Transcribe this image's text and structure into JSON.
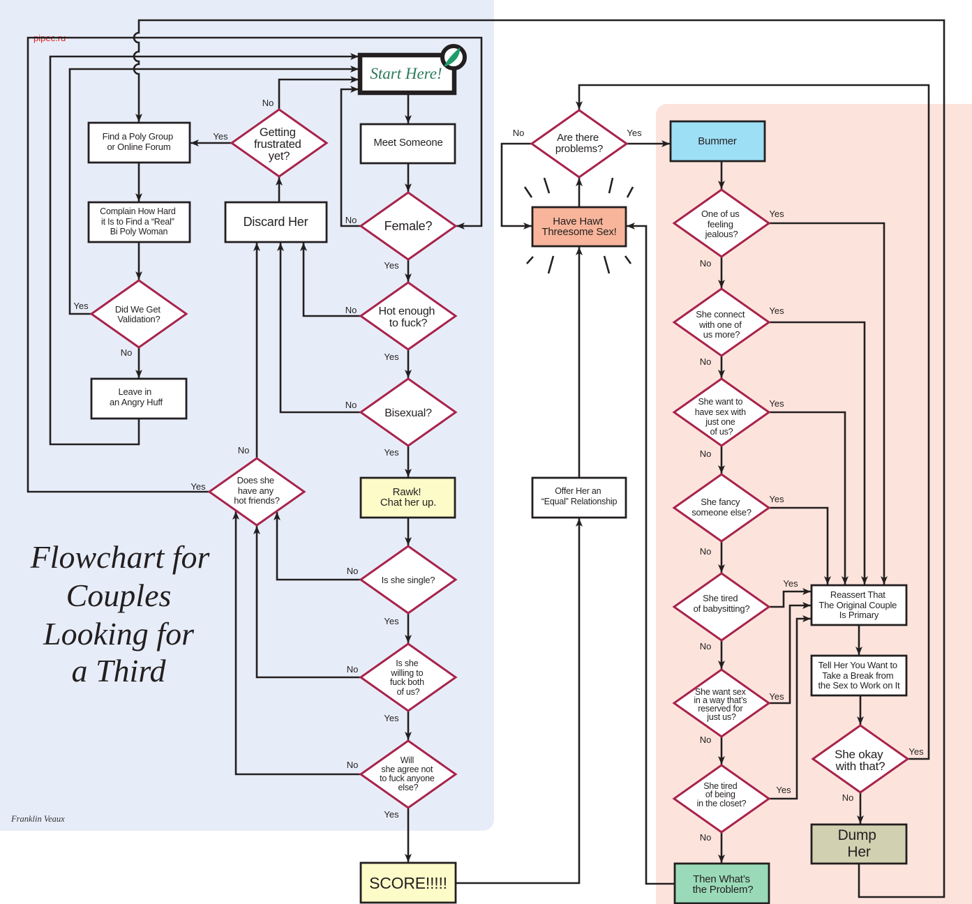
{
  "watermark": "pipec.ru",
  "title": {
    "lines": [
      "Flowchart for",
      "Couples",
      "Looking for",
      "a Third"
    ]
  },
  "author": "Franklin Veaux",
  "colors": {
    "panel_blue": "#e7edf8",
    "panel_pink": "#fce4dc",
    "decision_stroke": "#a8234b",
    "line": "#231f20",
    "start_text": "#2d7a5c",
    "leaf": "#1e9c6a",
    "fill_white": "#ffffff",
    "fill_yellow": "#fdfbc8",
    "fill_salmon": "#f8b59b",
    "fill_cyan": "#9ddff5",
    "fill_green": "#9adab8",
    "fill_khaki": "#d1d0b1",
    "watermark": "#e0201e"
  },
  "nodes": {
    "start": {
      "type": "start",
      "lines": [
        "Start Here!"
      ]
    },
    "meet_someone": {
      "type": "process",
      "lines": [
        "Meet Someone"
      ]
    },
    "female": {
      "type": "decision",
      "lines": [
        "Female?"
      ]
    },
    "hot_enough": {
      "type": "decision",
      "lines": [
        "Hot enough",
        "to fuck?"
      ]
    },
    "bisexual": {
      "type": "decision",
      "lines": [
        "Bisexual?"
      ]
    },
    "rawk": {
      "type": "process",
      "lines": [
        "Rawk!",
        "Chat her up."
      ]
    },
    "is_single": {
      "type": "decision",
      "lines": [
        "Is she single?"
      ]
    },
    "willing_both": {
      "type": "decision",
      "lines": [
        "Is she",
        "willing to",
        "fuck both",
        "of us?"
      ]
    },
    "agree_exclusive": {
      "type": "decision",
      "lines": [
        "Will",
        "she agree not",
        "to fuck anyone",
        "else?"
      ]
    },
    "score": {
      "type": "terminal",
      "lines": [
        "SCORE!!!!!"
      ]
    },
    "find_poly_group": {
      "type": "process",
      "lines": [
        "Find a Poly Group",
        "or Online Forum"
      ]
    },
    "complain": {
      "type": "process",
      "lines": [
        "Complain How Hard",
        "it Is to Find a “Real”",
        "Bi Poly Woman"
      ]
    },
    "validation": {
      "type": "decision",
      "lines": [
        "Did We Get",
        "Validation?"
      ]
    },
    "leave_huff": {
      "type": "process",
      "lines": [
        "Leave in",
        "an Angry Huff"
      ]
    },
    "frustrated": {
      "type": "decision",
      "lines": [
        "Getting",
        "frustrated",
        "yet?"
      ]
    },
    "discard_her": {
      "type": "process",
      "lines": [
        "Discard Her"
      ]
    },
    "hot_friends": {
      "type": "decision",
      "lines": [
        "Does she",
        "have any",
        "hot friends?"
      ]
    },
    "are_problems": {
      "type": "decision",
      "lines": [
        "Are there",
        "problems?"
      ]
    },
    "hawt_threesome": {
      "type": "process",
      "lines": [
        "Have Hawt",
        "Threesome Sex!"
      ]
    },
    "offer_equal": {
      "type": "process",
      "lines": [
        "Offer Her an",
        "“Equal” Relationship"
      ]
    },
    "bummer": {
      "type": "process",
      "lines": [
        "Bummer"
      ]
    },
    "jealous": {
      "type": "decision",
      "lines": [
        "One of us",
        "feeling",
        "jealous?"
      ]
    },
    "connect_more": {
      "type": "decision",
      "lines": [
        "She connect",
        "with one of",
        "us more?"
      ]
    },
    "sex_just_one": {
      "type": "decision",
      "lines": [
        "She want to",
        "have sex with",
        "just one",
        "of us?"
      ]
    },
    "fancy_else": {
      "type": "decision",
      "lines": [
        "She fancy",
        "someone else?"
      ]
    },
    "babysitting": {
      "type": "decision",
      "lines": [
        "She tired",
        "of babysitting?"
      ]
    },
    "sex_reserved": {
      "type": "decision",
      "lines": [
        "She want sex",
        "in a way that’s",
        "reserved for",
        "just us?"
      ]
    },
    "closet": {
      "type": "decision",
      "lines": [
        "She tired",
        "of being",
        "in the closet?"
      ]
    },
    "whats_problem": {
      "type": "terminal",
      "lines": [
        "Then What’s",
        "the Problem?"
      ]
    },
    "reassert": {
      "type": "process",
      "lines": [
        "Reassert That",
        "The Original Couple",
        "Is Primary"
      ]
    },
    "take_break": {
      "type": "process",
      "lines": [
        "Tell Her You Want to",
        "Take a Break from",
        "the Sex to Work on It"
      ]
    },
    "okay_with_that": {
      "type": "decision",
      "lines": [
        "She okay",
        "with that?"
      ]
    },
    "dump_her": {
      "type": "terminal",
      "lines": [
        "Dump",
        "Her"
      ]
    }
  },
  "edges": [
    {
      "from": "start",
      "to": "meet_someone",
      "label": ""
    },
    {
      "from": "meet_someone",
      "to": "female",
      "label": ""
    },
    {
      "from": "female",
      "to": "hot_enough",
      "label": "Yes"
    },
    {
      "from": "female",
      "to": "start",
      "label": "No"
    },
    {
      "from": "hot_enough",
      "to": "discard_her",
      "label": "No"
    },
    {
      "from": "hot_enough",
      "to": "bisexual",
      "label": "Yes"
    },
    {
      "from": "bisexual",
      "to": "discard_her",
      "label": "No"
    },
    {
      "from": "bisexual",
      "to": "rawk",
      "label": "Yes"
    },
    {
      "from": "rawk",
      "to": "is_single",
      "label": ""
    },
    {
      "from": "is_single",
      "to": "hot_friends",
      "label": "No"
    },
    {
      "from": "is_single",
      "to": "willing_both",
      "label": "Yes"
    },
    {
      "from": "willing_both",
      "to": "hot_friends",
      "label": "No"
    },
    {
      "from": "willing_both",
      "to": "agree_exclusive",
      "label": "Yes"
    },
    {
      "from": "agree_exclusive",
      "to": "hot_friends",
      "label": "No"
    },
    {
      "from": "agree_exclusive",
      "to": "score",
      "label": "Yes"
    },
    {
      "from": "score",
      "to": "offer_equal",
      "label": ""
    },
    {
      "from": "offer_equal",
      "to": "hawt_threesome",
      "label": ""
    },
    {
      "from": "hawt_threesome",
      "to": "are_problems",
      "label": ""
    },
    {
      "from": "are_problems",
      "to": "bummer",
      "label": "Yes"
    },
    {
      "from": "are_problems",
      "to": "hawt_threesome",
      "label": "No"
    },
    {
      "from": "bummer",
      "to": "jealous",
      "label": ""
    },
    {
      "from": "jealous",
      "to": "reassert",
      "label": "Yes"
    },
    {
      "from": "jealous",
      "to": "connect_more",
      "label": "No"
    },
    {
      "from": "connect_more",
      "to": "reassert",
      "label": "Yes"
    },
    {
      "from": "connect_more",
      "to": "sex_just_one",
      "label": "No"
    },
    {
      "from": "sex_just_one",
      "to": "reassert",
      "label": "Yes"
    },
    {
      "from": "sex_just_one",
      "to": "fancy_else",
      "label": "No"
    },
    {
      "from": "fancy_else",
      "to": "reassert",
      "label": "Yes"
    },
    {
      "from": "fancy_else",
      "to": "babysitting",
      "label": "No"
    },
    {
      "from": "babysitting",
      "to": "reassert",
      "label": "Yes"
    },
    {
      "from": "babysitting",
      "to": "sex_reserved",
      "label": "No"
    },
    {
      "from": "sex_reserved",
      "to": "reassert",
      "label": "Yes"
    },
    {
      "from": "sex_reserved",
      "to": "closet",
      "label": "No"
    },
    {
      "from": "closet",
      "to": "reassert",
      "label": "Yes"
    },
    {
      "from": "closet",
      "to": "whats_problem",
      "label": "No"
    },
    {
      "from": "whats_problem",
      "to": "hawt_threesome",
      "label": ""
    },
    {
      "from": "reassert",
      "to": "take_break",
      "label": ""
    },
    {
      "from": "take_break",
      "to": "okay_with_that",
      "label": ""
    },
    {
      "from": "okay_with_that",
      "to": "are_problems",
      "label": "Yes"
    },
    {
      "from": "okay_with_that",
      "to": "dump_her",
      "label": "No"
    },
    {
      "from": "dump_her",
      "to": "find_poly_group",
      "label": ""
    },
    {
      "from": "find_poly_group",
      "to": "complain",
      "label": ""
    },
    {
      "from": "complain",
      "to": "validation",
      "label": ""
    },
    {
      "from": "validation",
      "to": "start",
      "label": "Yes"
    },
    {
      "from": "validation",
      "to": "leave_huff",
      "label": "No"
    },
    {
      "from": "leave_huff",
      "to": "start",
      "label": ""
    },
    {
      "from": "hot_friends",
      "to": "female",
      "label": "Yes"
    },
    {
      "from": "hot_friends",
      "to": "discard_her",
      "label": "No"
    },
    {
      "from": "discard_her",
      "to": "frustrated",
      "label": ""
    },
    {
      "from": "frustrated",
      "to": "find_poly_group",
      "label": "Yes"
    },
    {
      "from": "frustrated",
      "to": "start",
      "label": "No"
    }
  ]
}
